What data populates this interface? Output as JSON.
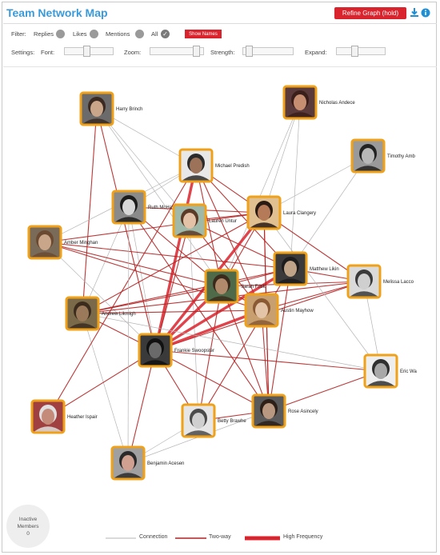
{
  "header": {
    "title": "Team Network Map",
    "refine_label": "Refine Graph (hold)",
    "download_icon": "download-icon",
    "info_icon": "info-icon"
  },
  "filter": {
    "label": "Filter:",
    "replies": "Replies",
    "likes": "Likes",
    "mentions": "Mentions",
    "all": "All",
    "show_names": "Show Names"
  },
  "settings": {
    "label": "Settings:",
    "font": "Font:",
    "zoom": "Zoom:",
    "strength": "Strength:",
    "expand": "Expand:",
    "font_level": 0.45,
    "zoom_level": 0.95,
    "strength_level": 0.05,
    "expand_level": 0.35
  },
  "nodes": [
    {
      "id": "harry",
      "name": "Harry Brinch",
      "skin": "#c9a58a",
      "hair": "#3a2a22",
      "bg": "#6b6b6b"
    },
    {
      "id": "nicholas",
      "name": "Nicholas Andece",
      "skin": "#c68f72",
      "hair": "#3b1f1a",
      "bg": "#5a3a3a"
    },
    {
      "id": "timothy",
      "name": "Timothy Amb",
      "skin": "#b8b8b8",
      "hair": "#222222",
      "bg": "#9a9a9a"
    },
    {
      "id": "michael",
      "name": "Michael Predish",
      "skin": "#9c7258",
      "hair": "#2b2b2b",
      "bg": "#e8e8e8"
    },
    {
      "id": "ruth",
      "name": "Ruth McHatch",
      "skin": "#d7d7d7",
      "hair": "#1c1c1c",
      "bg": "#8a8a8a"
    },
    {
      "id": "lauren",
      "name": "Lauren Untur",
      "skin": "#e4c2a8",
      "hair": "#5b3a27",
      "bg": "#9fb8a8"
    },
    {
      "id": "laura",
      "name": "Laura Clangery",
      "skin": "#b57a58",
      "hair": "#2a1a14",
      "bg": "#e0c090"
    },
    {
      "id": "amber",
      "name": "Amber Minghan",
      "skin": "#c9a58a",
      "hair": "#6b4a32",
      "bg": "#7a6a58"
    },
    {
      "id": "matthew",
      "name": "Matthew Likin",
      "skin": "#c0a488",
      "hair": "#1d1d1d",
      "bg": "#3a3a3a"
    },
    {
      "id": "melissa",
      "name": "Melissa Lacco",
      "skin": "#cfcfcf",
      "hair": "#3a3a3a",
      "bg": "#dadada"
    },
    {
      "id": "center",
      "name": "Sarah Frisk",
      "skin": "#b08a6a",
      "hair": "#3a2a1c",
      "bg": "#4f6a48"
    },
    {
      "id": "austin",
      "name": "Austin Mayhow",
      "skin": "#e3c4a6",
      "hair": "#8a5a34",
      "bg": "#c8a070"
    },
    {
      "id": "andrew",
      "name": "Andrew Likmigh",
      "skin": "#9a7a5a",
      "hair": "#3c2c1e",
      "bg": "#7a6a4a"
    },
    {
      "id": "frankie",
      "name": "Frankie Swoopster",
      "skin": "#6a6a6a",
      "hair": "#111111",
      "bg": "#3a3a3a"
    },
    {
      "id": "eric",
      "name": "Eric Wa",
      "skin": "#a8a8a8",
      "hair": "#303030",
      "bg": "#eeeeee"
    },
    {
      "id": "heather",
      "name": "Heather Ispair",
      "skin": "#c48a7a",
      "hair": "#e0e0e0",
      "bg": "#a04040"
    },
    {
      "id": "betty",
      "name": "Betty Brawhe",
      "skin": "#cfcfcf",
      "hair": "#4a4a4a",
      "bg": "#e6e6e6"
    },
    {
      "id": "rose",
      "name": "Rose Asincely",
      "skin": "#b89880",
      "hair": "#2c2018",
      "bg": "#5a5a5a"
    },
    {
      "id": "benjamin",
      "name": "Benjamin Acesen",
      "skin": "#d0a090",
      "hair": "#2a2a2a",
      "bg": "#a0a0a0"
    }
  ],
  "edges": [
    [
      "harry",
      "michael",
      0
    ],
    [
      "harry",
      "center",
      0
    ],
    [
      "harry",
      "andrew",
      1
    ],
    [
      "harry",
      "frankie",
      1
    ],
    [
      "harry",
      "lauren",
      0
    ],
    [
      "nicholas",
      "laura",
      0
    ],
    [
      "nicholas",
      "center",
      0
    ],
    [
      "nicholas",
      "matthew",
      0
    ],
    [
      "timothy",
      "laura",
      0
    ],
    [
      "timothy",
      "matthew",
      0
    ],
    [
      "michael",
      "laura",
      1
    ],
    [
      "michael",
      "center",
      1
    ],
    [
      "michael",
      "frankie",
      2
    ],
    [
      "michael",
      "matthew",
      1
    ],
    [
      "michael",
      "austin",
      1
    ],
    [
      "michael",
      "ruth",
      0
    ],
    [
      "michael",
      "amber",
      0
    ],
    [
      "ruth",
      "laura",
      1
    ],
    [
      "ruth",
      "center",
      1
    ],
    [
      "ruth",
      "frankie",
      0
    ],
    [
      "ruth",
      "rose",
      1
    ],
    [
      "ruth",
      "andrew",
      0
    ],
    [
      "lauren",
      "laura",
      1
    ],
    [
      "lauren",
      "matthew",
      1
    ],
    [
      "lauren",
      "frankie",
      1
    ],
    [
      "lauren",
      "austin",
      1
    ],
    [
      "lauren",
      "betty",
      0
    ],
    [
      "laura",
      "amber",
      1
    ],
    [
      "laura",
      "andrew",
      1
    ],
    [
      "laura",
      "frankie",
      2
    ],
    [
      "laura",
      "center",
      1
    ],
    [
      "laura",
      "rose",
      1
    ],
    [
      "amber",
      "matthew",
      1
    ],
    [
      "amber",
      "center",
      1
    ],
    [
      "amber",
      "austin",
      1
    ],
    [
      "amber",
      "frankie",
      0
    ],
    [
      "matthew",
      "frankie",
      2
    ],
    [
      "matthew",
      "andrew",
      1
    ],
    [
      "matthew",
      "melissa",
      1
    ],
    [
      "matthew",
      "rose",
      1
    ],
    [
      "matthew",
      "center",
      1
    ],
    [
      "melissa",
      "center",
      1
    ],
    [
      "melissa",
      "austin",
      1
    ],
    [
      "melissa",
      "frankie",
      1
    ],
    [
      "melissa",
      "eric",
      0
    ],
    [
      "melissa",
      "andrew",
      1
    ],
    [
      "melissa",
      "laura",
      1
    ],
    [
      "center",
      "frankie",
      2
    ],
    [
      "center",
      "andrew",
      1
    ],
    [
      "center",
      "austin",
      1
    ],
    [
      "center",
      "rose",
      1
    ],
    [
      "center",
      "betty",
      1
    ],
    [
      "austin",
      "frankie",
      2
    ],
    [
      "austin",
      "andrew",
      1
    ],
    [
      "austin",
      "rose",
      1
    ],
    [
      "andrew",
      "frankie",
      1
    ],
    [
      "andrew",
      "benjamin",
      0
    ],
    [
      "andrew",
      "eric",
      0
    ],
    [
      "frankie",
      "eric",
      1
    ],
    [
      "frankie",
      "heather",
      1
    ],
    [
      "frankie",
      "betty",
      1
    ],
    [
      "frankie",
      "rose",
      1
    ],
    [
      "frankie",
      "benjamin",
      1
    ],
    [
      "eric",
      "rose",
      1
    ],
    [
      "eric",
      "laura",
      0
    ],
    [
      "heather",
      "michael",
      1
    ],
    [
      "betty",
      "rose",
      1
    ],
    [
      "betty",
      "benjamin",
      0
    ],
    [
      "betty",
      "matthew",
      1
    ],
    [
      "rose",
      "benjamin",
      0
    ],
    [
      "rose",
      "laura",
      1
    ],
    [
      "benjamin",
      "ruth",
      0
    ]
  ],
  "inactive": {
    "label_1": "Inactive",
    "label_2": "Members",
    "count": "0"
  },
  "legend": {
    "connection": "Connection",
    "two_way": "Two-way",
    "high_frequency": "High Frequency"
  },
  "colors": {
    "accent": "#3a9ad9",
    "red": "#d9232d",
    "node_border": "#f0a11a",
    "connection": "#b5b5b5",
    "two_way": "#b22222",
    "high_frequency": "#d9232d"
  }
}
